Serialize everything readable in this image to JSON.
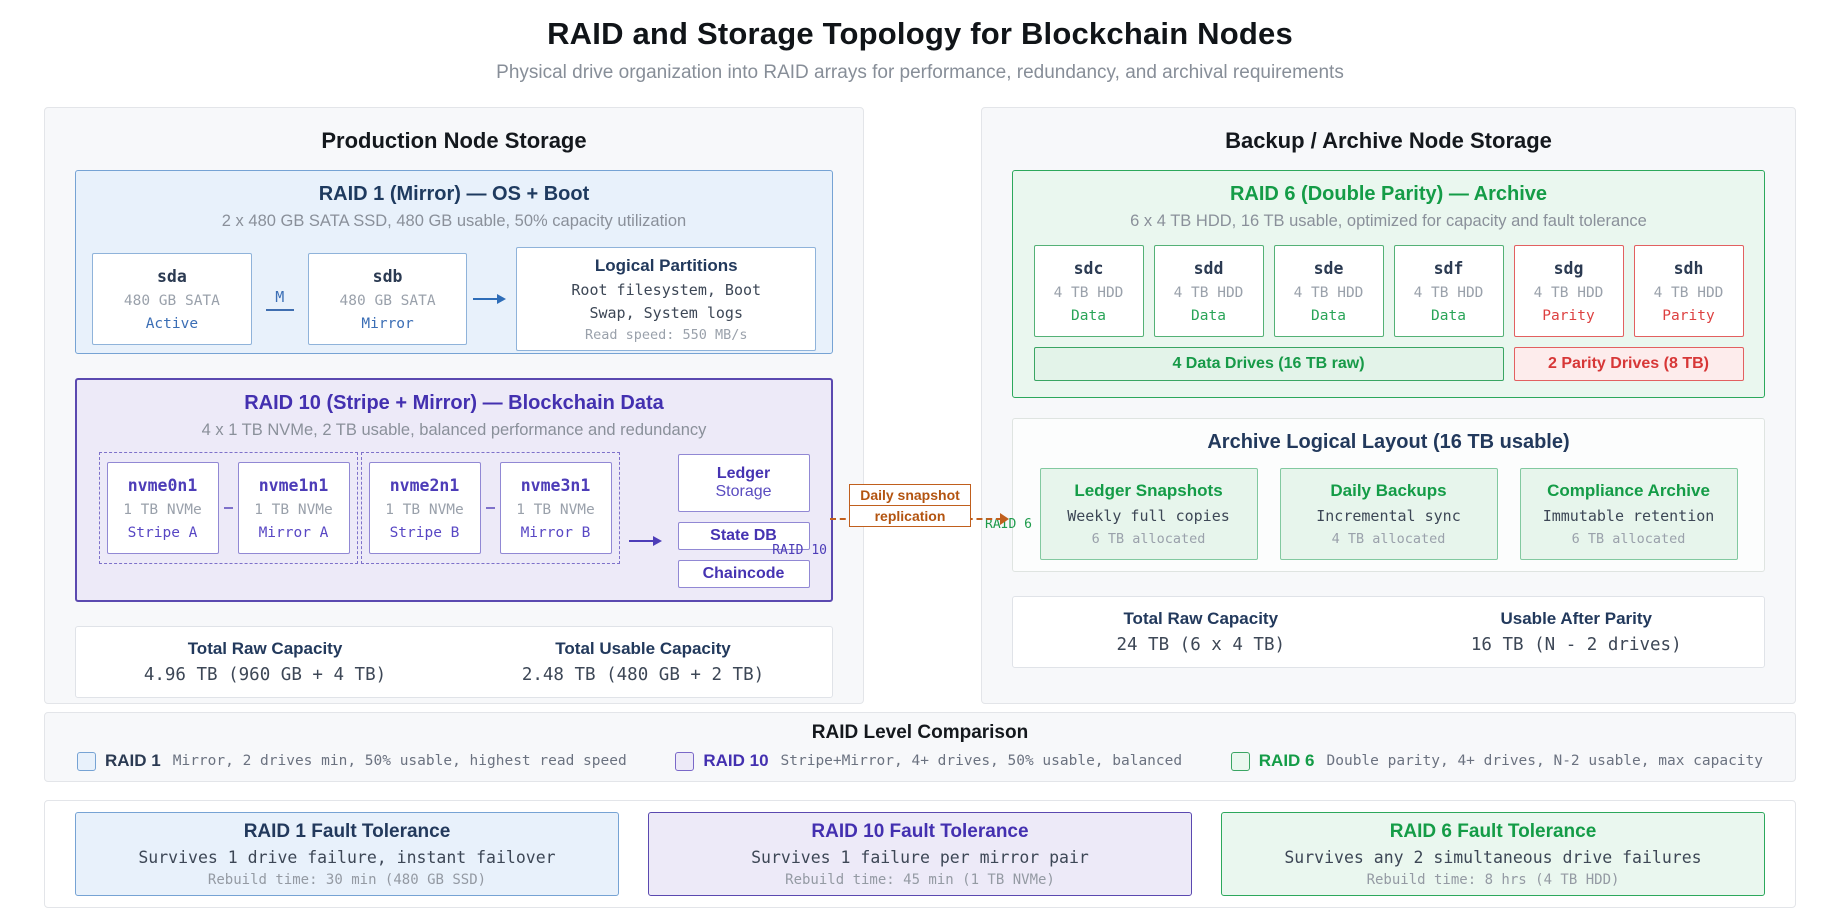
{
  "page": {
    "title": "RAID and Storage Topology for Blockchain Nodes",
    "subtitle": "Physical drive organization into RAID arrays for performance, redundancy, and archival requirements"
  },
  "production": {
    "title": "Production Node Storage",
    "raid1": {
      "title": "RAID 1 (Mirror) — OS + Boot",
      "subtitle": "2 x 480 GB SATA SSD, 480 GB usable, 50% capacity utilization",
      "mirror_link_label": "M",
      "drives": [
        {
          "name": "sda",
          "capacity": "480 GB SATA",
          "role": "Active"
        },
        {
          "name": "sdb",
          "capacity": "480 GB SATA",
          "role": "Mirror"
        }
      ],
      "partitions": {
        "title": "Logical Partitions",
        "line1": "Root filesystem, Boot",
        "line2": "Swap, System logs",
        "note": "Read speed: 550 MB/s"
      }
    },
    "raid10": {
      "title": "RAID 10 (Stripe + Mirror) — Blockchain Data",
      "subtitle": "4 x 1 TB NVMe, 2 TB usable, balanced performance and redundancy",
      "edge_label": "RAID 10",
      "pairs": [
        {
          "drives": [
            {
              "name": "nvme0n1",
              "capacity": "1 TB NVMe",
              "role": "Stripe A"
            },
            {
              "name": "nvme1n1",
              "capacity": "1 TB NVMe",
              "role": "Mirror A"
            }
          ]
        },
        {
          "drives": [
            {
              "name": "nvme2n1",
              "capacity": "1 TB NVMe",
              "role": "Stripe B"
            },
            {
              "name": "nvme3n1",
              "capacity": "1 TB NVMe",
              "role": "Mirror B"
            }
          ]
        }
      ],
      "volumes": [
        {
          "line1": "Ledger",
          "line2": "Storage"
        },
        {
          "line1": "State DB"
        },
        {
          "line1": "Chaincode"
        }
      ]
    },
    "totals": {
      "raw_label": "Total Raw Capacity",
      "raw_value": "4.96 TB (960 GB + 4 TB)",
      "usable_label": "Total Usable Capacity",
      "usable_value": "2.48 TB (480 GB + 2 TB)"
    }
  },
  "replication": {
    "line1": "Daily snapshot",
    "line2": "replication"
  },
  "backup": {
    "title": "Backup / Archive Node Storage",
    "raid6": {
      "title": "RAID 6 (Double Parity) — Archive",
      "subtitle": "6 x 4 TB HDD, 16 TB usable, optimized for capacity and fault tolerance",
      "drives": [
        {
          "name": "sdc",
          "capacity": "4 TB HDD",
          "role": "Data"
        },
        {
          "name": "sdd",
          "capacity": "4 TB HDD",
          "role": "Data"
        },
        {
          "name": "sde",
          "capacity": "4 TB HDD",
          "role": "Data"
        },
        {
          "name": "sdf",
          "capacity": "4 TB HDD",
          "role": "Data"
        },
        {
          "name": "sdg",
          "capacity": "4 TB HDD",
          "role": "Parity"
        },
        {
          "name": "sdh",
          "capacity": "4 TB HDD",
          "role": "Parity"
        }
      ],
      "data_strip": "4 Data Drives (16 TB raw)",
      "parity_strip": "2 Parity Drives (8 TB)"
    },
    "archive_layout": {
      "title": "Archive Logical Layout (16 TB usable)",
      "edge_label": "RAID 6",
      "areas": [
        {
          "title": "Ledger Snapshots",
          "desc": "Weekly full copies",
          "alloc": "6 TB allocated"
        },
        {
          "title": "Daily Backups",
          "desc": "Incremental sync",
          "alloc": "4 TB allocated"
        },
        {
          "title": "Compliance Archive",
          "desc": "Immutable retention",
          "alloc": "6 TB allocated"
        }
      ]
    },
    "totals": {
      "raw_label": "Total Raw Capacity",
      "raw_value": "24 TB (6 x 4 TB)",
      "usable_label": "Usable After Parity",
      "usable_value": "16 TB (N - 2 drives)"
    }
  },
  "comparison": {
    "title": "RAID Level Comparison",
    "items": [
      {
        "label": "RAID 1",
        "desc": "Mirror, 2 drives min, 50% usable, highest read speed"
      },
      {
        "label": "RAID 10",
        "desc": "Stripe+Mirror, 4+ drives, 50% usable, balanced"
      },
      {
        "label": "RAID 6",
        "desc": "Double parity, 4+ drives, N-2 usable, max capacity"
      }
    ]
  },
  "fault_tolerance": [
    {
      "title": "RAID 1 Fault Tolerance",
      "desc": "Survives 1 drive failure, instant failover",
      "rebuild": "Rebuild time: 30 min (480 GB SSD)"
    },
    {
      "title": "RAID 10 Fault Tolerance",
      "desc": "Survives 1 failure per mirror pair",
      "rebuild": "Rebuild time: 45 min (1 TB NVMe)"
    },
    {
      "title": "RAID 6 Fault Tolerance",
      "desc": "Survives any 2 simultaneous drive failures",
      "rebuild": "Rebuild time: 8 hrs (4 TB HDD)"
    }
  ],
  "colors": {
    "blue": "#3b6eb5",
    "blue_bg": "#e8f1fb",
    "blue_border": "#76a3d4",
    "purple": "#4d3db8",
    "purple_bg": "#edeaf8",
    "purple_border": "#5b49b0",
    "green": "#18a04b",
    "green_bg": "#eaf7ef",
    "green_border": "#2ca85c",
    "red": "#dd4040",
    "red_bg": "#fdecec",
    "red_border": "#e26060",
    "orange": "#c05f1d",
    "navy": "#2b3a52",
    "gray": "#8a909a",
    "panel_bg": "#f7f8fa",
    "panel_border": "#e3e5e9"
  }
}
